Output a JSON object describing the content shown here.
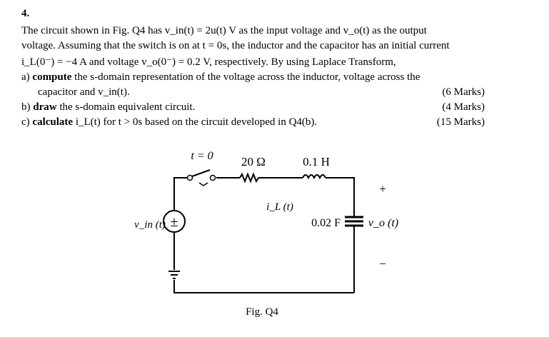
{
  "question": {
    "number": "4.",
    "intro": [
      "The circuit shown in Fig. Q4 has v_in(t) = 2u(t) V as the input voltage and v_o(t) as the output",
      "voltage. Assuming that the switch is on at t = 0s, the inductor and the capacitor has an initial current",
      "i_L(0⁻) = −4 A and voltage v_o(0⁻) = 0.2 V, respectively. By using Laplace Transform,"
    ],
    "parts": [
      {
        "label": "a)",
        "verb": "compute",
        "text": "the s-domain representation of the voltage across the inductor, voltage across the",
        "text2": "capacitor and v_in(t).",
        "marks": "(6 Marks)"
      },
      {
        "label": "b)",
        "verb": "draw",
        "text": "the s-domain equivalent circuit.",
        "marks": "(4 Marks)"
      },
      {
        "label": "c)",
        "verb": "calculate",
        "text": "i_L(t) for t > 0s based on the circuit developed in Q4(b).",
        "marks": "(15 Marks)"
      }
    ]
  },
  "figure": {
    "switch_label": "t = 0",
    "resistor_label": "20 Ω",
    "inductor_label": "0.1 H",
    "current_label": "i_L (t)",
    "source_label": "v_in (t)",
    "source_symbol": "±",
    "capacitor_label": "0.02 F",
    "output_label": "v_o (t)",
    "plus_sign": "+",
    "minus_sign": "−",
    "caption": "Fig. Q4"
  }
}
